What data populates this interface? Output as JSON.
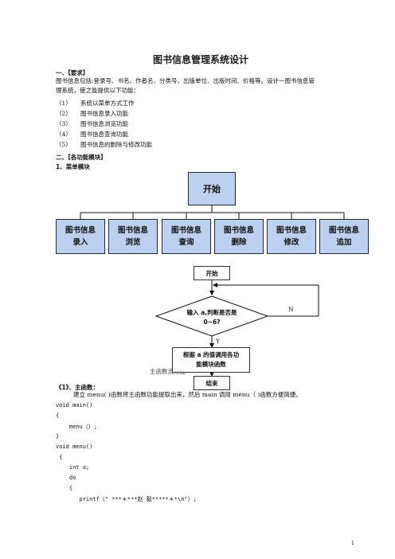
{
  "title": "图书信息管理系统设计",
  "section1": {
    "heading": "一、【要求】",
    "para1": "图书信息包括:登录号、书名、作者名、分类号、出版单位、出版时间、价格等。设计一图书信息管",
    "para2": "理系统，使之能提供以下功能：",
    "items": [
      {
        "num": "（1）",
        "text": "系统以菜单方式工作"
      },
      {
        "num": "（2）",
        "text": "图书信息录入功能"
      },
      {
        "num": "（3）",
        "text": "图书信息浏览功能"
      },
      {
        "num": "（4）",
        "text": "图书信息查询功能"
      },
      {
        "num": "（5）",
        "text": "图书信息的删除与修改功能"
      }
    ]
  },
  "section2": {
    "heading": "二、【各功能模块】",
    "sub1": "1、菜单模块"
  },
  "diagram": {
    "root": "开始",
    "modules": [
      {
        "line1": "图书信息",
        "line2": "录入"
      },
      {
        "line1": "图书信息",
        "line2": "浏览"
      },
      {
        "line1": "图书信息",
        "line2": "查询"
      },
      {
        "line1": "图书信息",
        "line2": "删除"
      },
      {
        "line1": "图书信息",
        "line2": "修改"
      },
      {
        "line1": "图书信息",
        "line2": "追加"
      }
    ]
  },
  "flowchart": {
    "start": "开始",
    "decision_line1": "输入 a,判断是否是",
    "decision_line2": "0~6?",
    "no_label": "N",
    "yes_label": "Y",
    "process_line1": "根据 a 的值调用各功",
    "process_line2": "能模块函数",
    "end": "结束",
    "caption": "主函数流程图"
  },
  "section3": {
    "heading": "《1》、主函数：",
    "para": "建立 menu( )函数将主函数功能提取出来，然后 main 调用 menu（ )函数方便简捷。"
  },
  "code_lines": [
    "void main()",
    "{",
    "    menu（）;",
    "}",
    "void menu()",
    " {",
    "    int a;",
    "    do",
    "    {",
    "       printf（\" ***＊***赵 毅*****＊*\\n\"）;"
  ],
  "page_number": "1"
}
